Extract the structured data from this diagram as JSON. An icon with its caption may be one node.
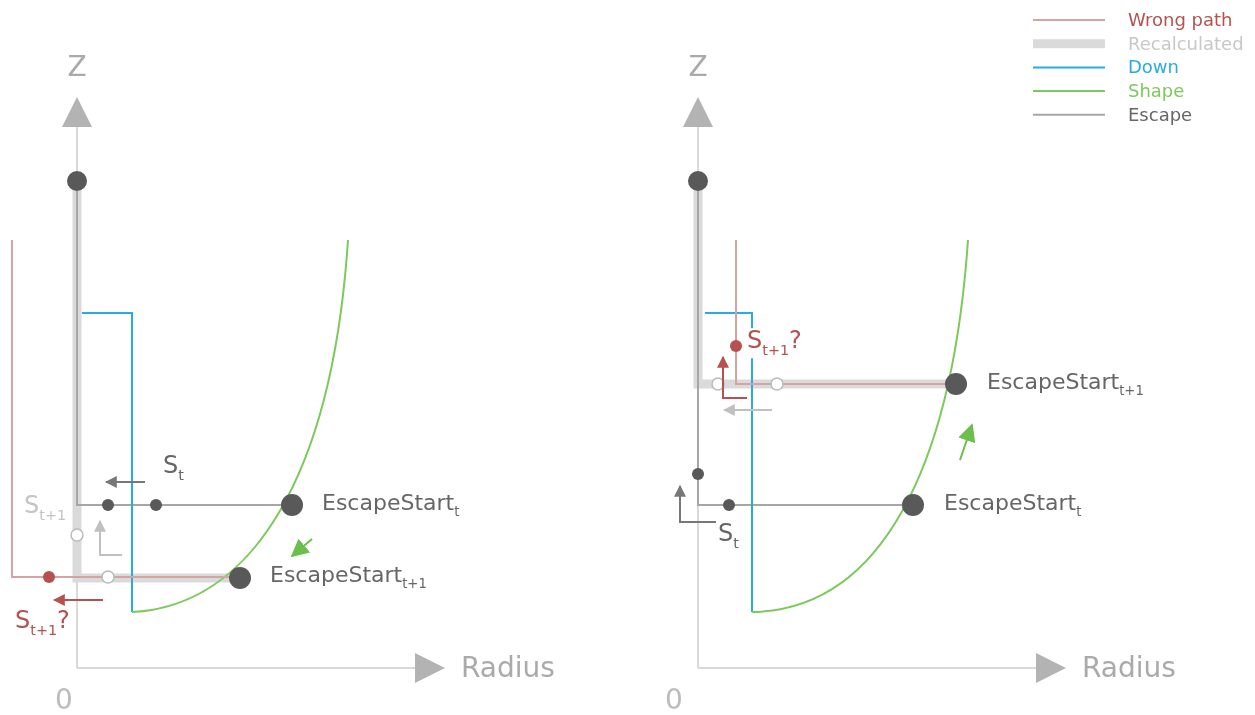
{
  "diagram": {
    "labels": [
      "Z",
      "S$_{t}$",
      "EscapeStart$_{t}$",
      "S$_{t+1}$",
      "EscapeStart$_{t+1}$",
      "S$_{t+1}$?",
      "0",
      "Radius",
      "Z",
      "S$_{t+1}$?",
      "EscapeStart$_{t+1}$",
      "EscapeStart$_{t}$",
      "S$_{t}$",
      "0",
      "Radius"
    ],
    "legend": [
      {
        "text": "Wrong path"
      },
      {
        "text": "Recalculated"
      },
      {
        "text": "Down"
      },
      {
        "text": "Shape"
      },
      {
        "text": "Escape"
      }
    ]
  }
}
